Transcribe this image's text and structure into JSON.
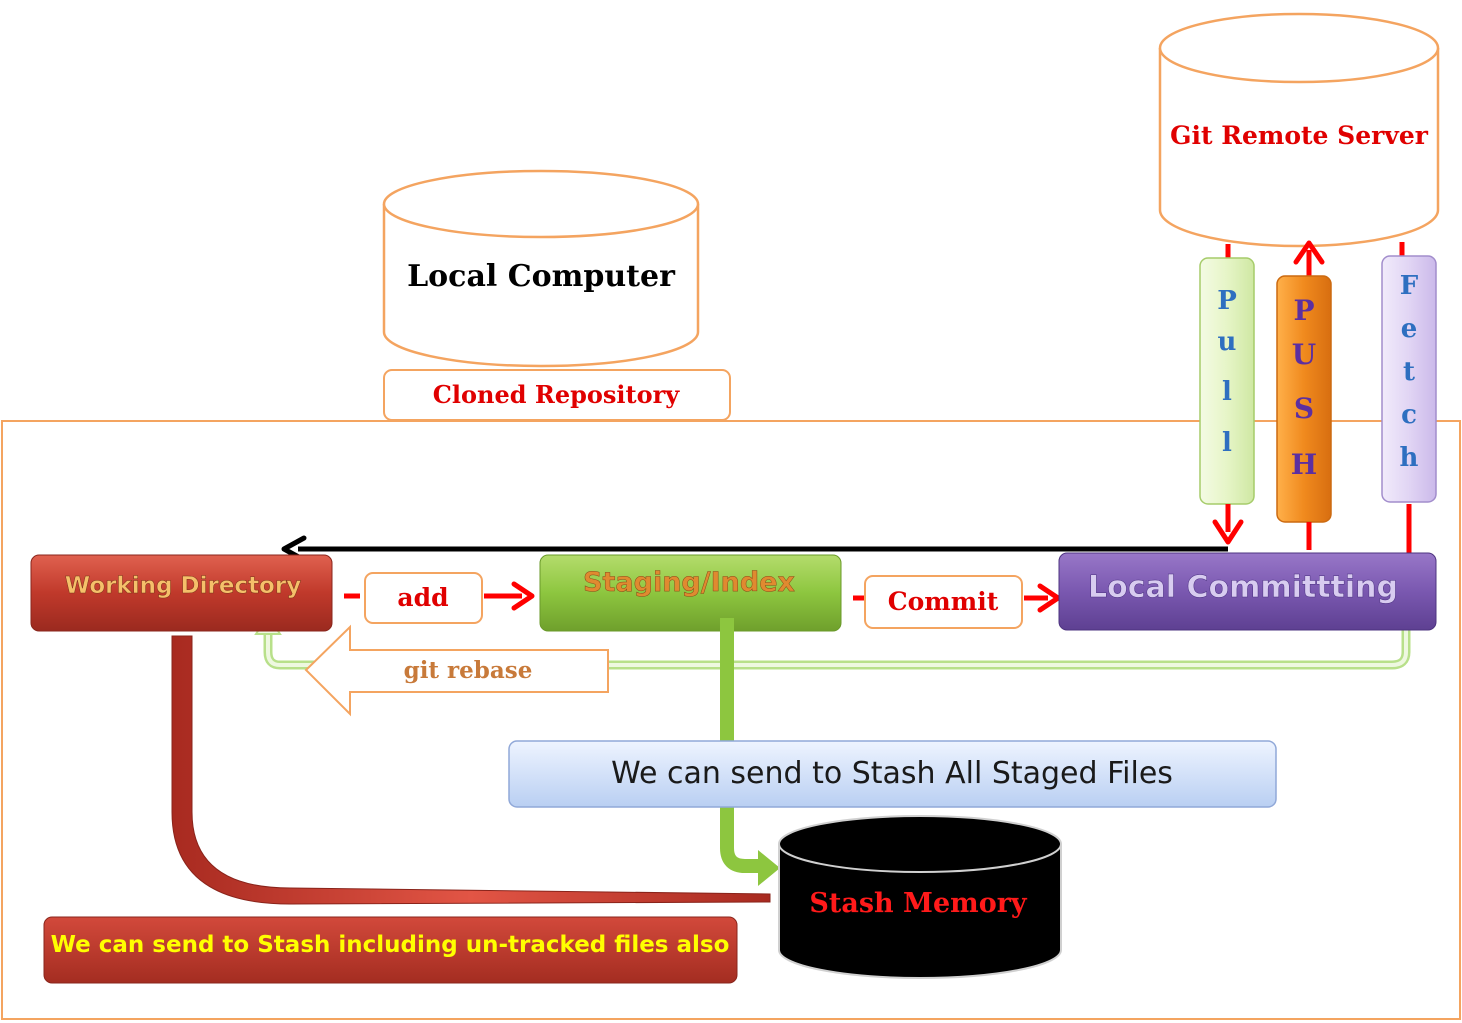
{
  "nodes": {
    "git_remote_server": "Git Remote Server",
    "local_computer": "Local Computer",
    "cloned_repository": "Cloned Repository",
    "working_directory": "Working Directory",
    "staging_index": "Staging/Index",
    "local_committing": "Local Committting",
    "stash_memory": "Stash Memory"
  },
  "vertical_labels": {
    "pull": [
      "P",
      "u",
      "l",
      "l"
    ],
    "push": [
      "P",
      "U",
      "S",
      "H"
    ],
    "fetch": [
      "F",
      "e",
      "t",
      "c",
      "h"
    ]
  },
  "edges": {
    "add": "add",
    "commit": "Commit",
    "git_rebase": "git rebase"
  },
  "notes": {
    "stash_staged": "We can send to Stash All Staged Files",
    "stash_untracked": "We can send to Stash including un-tracked files also"
  },
  "colors": {
    "orange_outline": "#f4a460",
    "red_text": "#e00000",
    "arrow_red": "#ff0000",
    "working_dir_red": "#c0392b",
    "staging_green": "#8dc63f",
    "committing_purple": "#7a58b0",
    "note_yellow": "#ffff00",
    "rebase_green": "#b8e08a"
  }
}
